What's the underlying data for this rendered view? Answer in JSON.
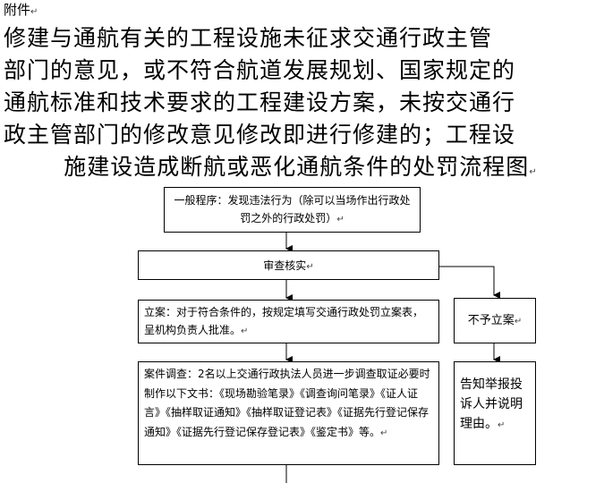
{
  "attachment_label": "附件",
  "title": {
    "lines": [
      "修建与通航有关的工程设施未征求交通行政主管",
      "部门的意见，或不符合航道发展规划、国家规定的",
      "通航标准和技术要求的工程建设方案，未按交通行",
      "政主管部门的修改意见修改即进行修建的；工程设",
      "施建设造成断航或恶化通航条件的处罚流程图"
    ]
  },
  "flow": {
    "general_procedure": "一般程序：发现违法行为（除可以当场作出行政处罚之外的行政处罚）",
    "review": "审查核实",
    "case_filing": "立案：对于符合条件的，按规定填写交通行政处罚立案表，呈机构负责人批准。",
    "not_filed": "不予立案",
    "investigation": "案件调查：2名以上交通行政执法人员进一步调查取证必要时制作以下文书：《现场勘验笔录》《调查询问笔录》《证人证言》《抽样取证通知》《抽样取证登记表》《证据先行登记保存通知》《证据先行登记保存登记表》《鉴定书》等。",
    "notify_reporter": "告知举报投诉人并说明理由。"
  }
}
